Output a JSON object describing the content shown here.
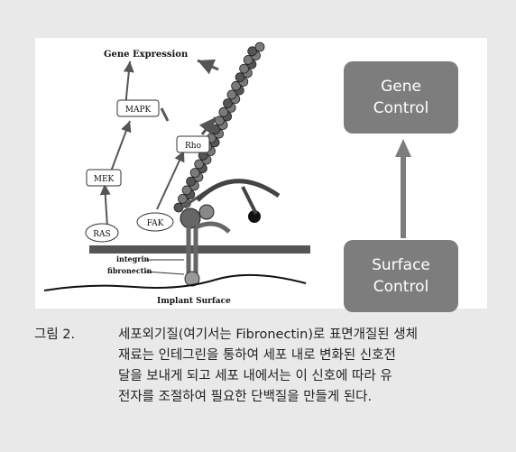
{
  "diagram": {
    "labels": {
      "gene_expression": "Gene Expression",
      "mapk": "MAPK",
      "mek": "MEK",
      "rho": "Rho",
      "ras": "RAS",
      "fak": "FAK",
      "integrin": "integrin",
      "fibronectin": "fibronectin",
      "implant_surface": "Implant Surface"
    }
  },
  "right_panel": {
    "gene_control": [
      "Gene",
      "Control"
    ],
    "surface_control": [
      "Surface",
      "Control"
    ]
  },
  "caption": {
    "prefix": "그림 2.",
    "lines": [
      "세포외기질(여기서는 Fibronectin)로 표면개질된 생체",
      "재료는 인테그린을 통하여 세포 내로 변화된 신호전",
      "달을 보내게 되고 세포 내에서는 이 신호에 따라 유",
      "전자를 조절하여 필요한 단백질을 만들게 된다."
    ]
  },
  "colors": {
    "panel_bg": "#e9e9e9",
    "control_box": "#7d7d7d",
    "arrow": "#7d7d7d"
  }
}
